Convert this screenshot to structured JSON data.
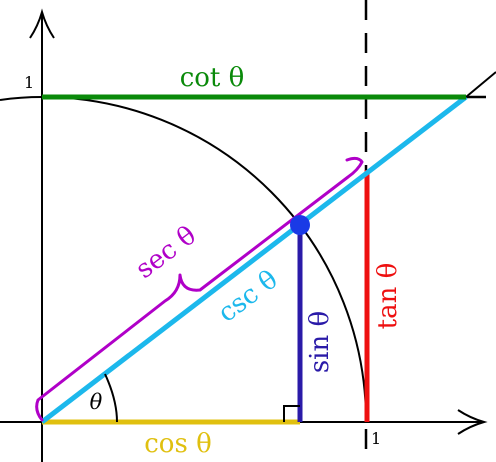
{
  "labels": {
    "cot": "cot θ",
    "sec": "sec θ",
    "csc": "csc θ",
    "sin": "sin θ",
    "tan": "tan θ",
    "cos": "cos θ",
    "theta": "θ",
    "y_tick": "1",
    "x_tick": "1"
  },
  "colors": {
    "cot": "#0a8a0a",
    "sec": "#b000c8",
    "csc": "#1cb8ec",
    "sin": "#2a1aa8",
    "tan": "#ee1010",
    "cos": "#e0c010",
    "point": "#1a3ae6",
    "axes": "#000000"
  }
}
